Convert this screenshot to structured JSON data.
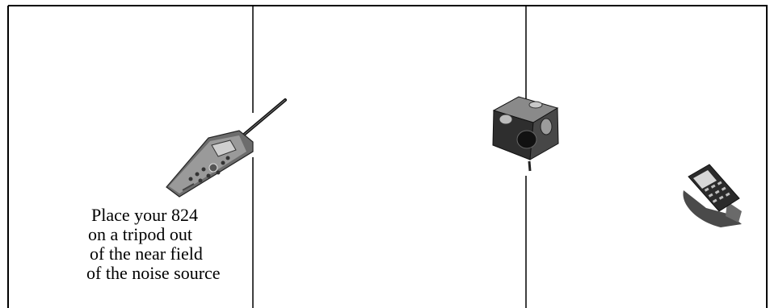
{
  "caption": {
    "lines": [
      "Place your 824",
      "on a tripod out",
      "of the near field",
      "of the noise source"
    ]
  },
  "icons": {
    "meter": "sound-level-meter-icon",
    "source": "cube-noise-source-icon",
    "remote": "handheld-remote-icon"
  },
  "colors": {
    "line": "#000000",
    "background": "#ffffff"
  }
}
